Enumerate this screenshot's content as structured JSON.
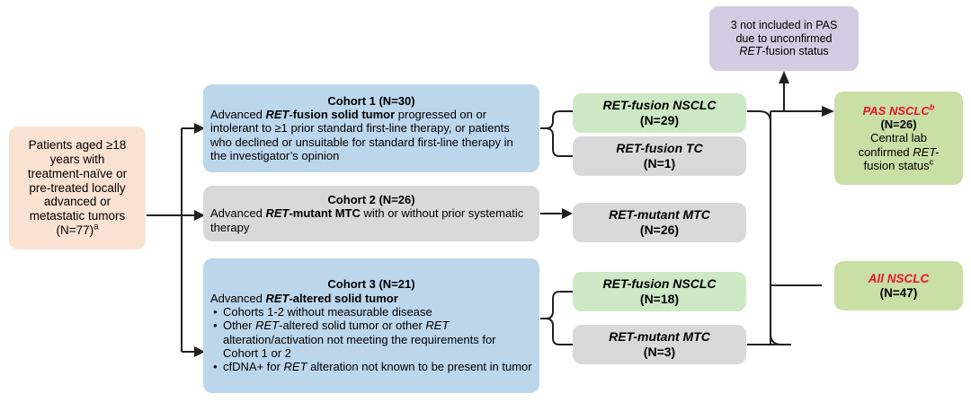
{
  "diagram": {
    "title": "Study cohort flow diagram",
    "colors": {
      "peach": "#fae2d2",
      "blue": "#bcd6ec",
      "gray": "#d9d9d9",
      "green": "#cde8c4",
      "green_right": "#c9dfa5",
      "purple": "#d4cbe3",
      "accent_red": "#e8122a",
      "connector": "#231f20"
    }
  },
  "patients": {
    "line1": "Patients aged ≥18",
    "line2": "years with",
    "line3": "treatment-naïve or",
    "line4": "pre-treated locally",
    "line5": "advanced or",
    "line6": "metastatic tumors",
    "count": "(N=77)",
    "footnote": "a"
  },
  "cohort1": {
    "title": "Cohort 1 (N=30)",
    "body_pre": "Advanced ",
    "body_em": "RET",
    "body_bold": "-fusion solid tumor",
    "body_post": " progressed on or intolerant to ≥1 prior standard first-line therapy, or patients who declined or unsuitable for standard first-line therapy in the investigator’s opinion"
  },
  "cohort2": {
    "title": "Cohort 2 (N=26)",
    "body_pre": "Advanced ",
    "body_em": "RET",
    "body_bold": "-mutant MTC",
    "body_post": " with or without prior systematic therapy"
  },
  "cohort3": {
    "title": "Cohort 3 (N=21)",
    "subtitle_pre": "Advanced ",
    "subtitle_em": "RET",
    "subtitle_bold": "-altered solid tumor",
    "bullet1": "Cohorts 1-2 without measurable disease",
    "bullet2_a": "Other ",
    "bullet2_em1": "RET",
    "bullet2_b": "-altered solid tumor or other ",
    "bullet2_em2": "RET",
    "bullet2_c": " alteration/activation not meeting the requirements for Cohort 1 or 2",
    "bullet3_a": "cfDNA+ for ",
    "bullet3_em": "RET",
    "bullet3_b": " alteration not known to be present in tumor"
  },
  "mid": {
    "m1_em": "RET",
    "m1_rest": "-fusion NSCLC",
    "m1_n": "(N=29)",
    "m2_em": "RET",
    "m2_rest": "-fusion TC",
    "m2_n": "(N=1)",
    "m3_em": "RET",
    "m3_rest": "-mutant MTC",
    "m3_n": "(N=26)",
    "m4_em": "RET",
    "m4_rest": "-fusion NSCLC",
    "m4_n": "(N=18)",
    "m5_em": "RET",
    "m5_rest": "-mutant MTC",
    "m5_n": "(N=3)"
  },
  "note": {
    "line1": "3 not included in PAS",
    "line2": "due to unconfirmed",
    "line3_em": "RET",
    "line3_rest": "-fusion status"
  },
  "pas": {
    "title": "PAS NSCLC",
    "title_footnote": "b",
    "count": "(N=26)",
    "desc1": "Central lab",
    "desc2_pre": "confirmed ",
    "desc2_em": "RET-",
    "desc3": "fusion status",
    "desc3_footnote": "c"
  },
  "all_nsclc": {
    "title": "All NSCLC",
    "count": "(N=47)"
  }
}
